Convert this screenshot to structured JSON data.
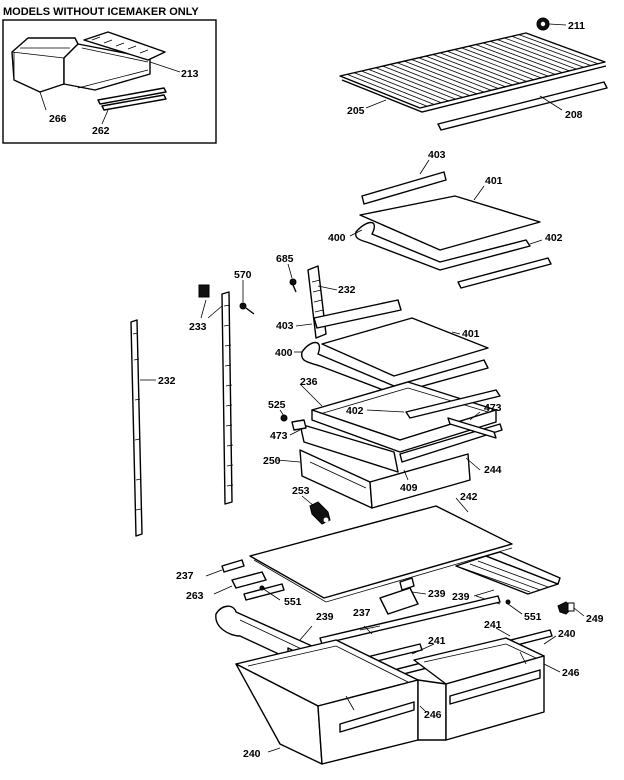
{
  "header": {
    "title": "MODELS WITHOUT ICEMAKER ONLY"
  },
  "labels": [
    {
      "id": "l211",
      "text": "211"
    },
    {
      "id": "l213",
      "text": "213"
    },
    {
      "id": "l266",
      "text": "266"
    },
    {
      "id": "l262",
      "text": "262"
    },
    {
      "id": "l205",
      "text": "205"
    },
    {
      "id": "l208",
      "text": "208"
    },
    {
      "id": "l403a",
      "text": "403"
    },
    {
      "id": "l401a",
      "text": "401"
    },
    {
      "id": "l400a",
      "text": "400"
    },
    {
      "id": "l402a",
      "text": "402"
    },
    {
      "id": "l685",
      "text": "685"
    },
    {
      "id": "l232a",
      "text": "232"
    },
    {
      "id": "l570",
      "text": "570"
    },
    {
      "id": "l233",
      "text": "233"
    },
    {
      "id": "l403b",
      "text": "403"
    },
    {
      "id": "l401b",
      "text": "401"
    },
    {
      "id": "l400b",
      "text": "400"
    },
    {
      "id": "l236",
      "text": "236"
    },
    {
      "id": "l232b",
      "text": "232"
    },
    {
      "id": "l525",
      "text": "525"
    },
    {
      "id": "l402b",
      "text": "402"
    },
    {
      "id": "l473a",
      "text": "473"
    },
    {
      "id": "l473b",
      "text": "473"
    },
    {
      "id": "l250",
      "text": "250"
    },
    {
      "id": "l244",
      "text": "244"
    },
    {
      "id": "l409",
      "text": "409"
    },
    {
      "id": "l253",
      "text": "253"
    },
    {
      "id": "l242",
      "text": "242"
    },
    {
      "id": "l237a",
      "text": "237"
    },
    {
      "id": "l263",
      "text": "263"
    },
    {
      "id": "l551a",
      "text": "551"
    },
    {
      "id": "l239a",
      "text": "239"
    },
    {
      "id": "l239b",
      "text": "239"
    },
    {
      "id": "l237b",
      "text": "237"
    },
    {
      "id": "l239c",
      "text": "239"
    },
    {
      "id": "l551b",
      "text": "551"
    },
    {
      "id": "l249",
      "text": "249"
    },
    {
      "id": "l241a",
      "text": "241"
    },
    {
      "id": "l241b",
      "text": "241"
    },
    {
      "id": "l240a",
      "text": "240"
    },
    {
      "id": "l246a",
      "text": "246"
    },
    {
      "id": "l246b",
      "text": "246"
    },
    {
      "id": "l240b",
      "text": "240"
    }
  ]
}
